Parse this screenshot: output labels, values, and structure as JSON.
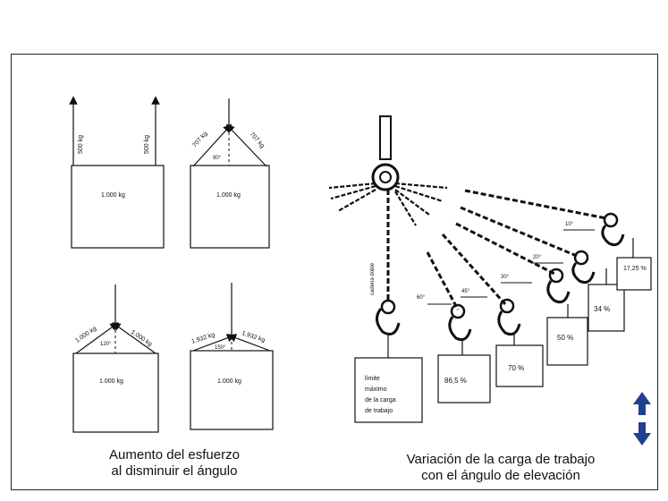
{
  "left_panel": {
    "caption_line1": "Aumento del esfuerzo",
    "caption_line2": "al disminuir el ángulo",
    "box_label": "1.000 kg",
    "vertical_force": "500 kg",
    "angle_90_force": "707 kg",
    "angle_90": "90°",
    "angle_120_force": "1.000 kg",
    "angle_120": "120°",
    "angle_150_force": "1.932 kg",
    "angle_150": "150°"
  },
  "right_panel": {
    "caption_line1": "Variación de la carga de trabajo",
    "caption_line2": "con el ángulo de elevación",
    "chain_label": "cadena doble",
    "limit_label": [
      "límite",
      "máximo",
      "de la carga",
      "de trabajo"
    ],
    "loads": [
      {
        "angle": "60°",
        "percent": "86,5 %"
      },
      {
        "angle": "45°",
        "percent": "70 %"
      },
      {
        "angle": "30°",
        "percent": "50 %"
      },
      {
        "angle": "20°",
        "percent": "34 %"
      },
      {
        "angle": "10°",
        "percent": "17,25 %"
      }
    ]
  },
  "nav": {
    "icon_up": "arrow-up-icon",
    "icon_down": "arrow-down-icon",
    "color": "#1f3f8f"
  }
}
